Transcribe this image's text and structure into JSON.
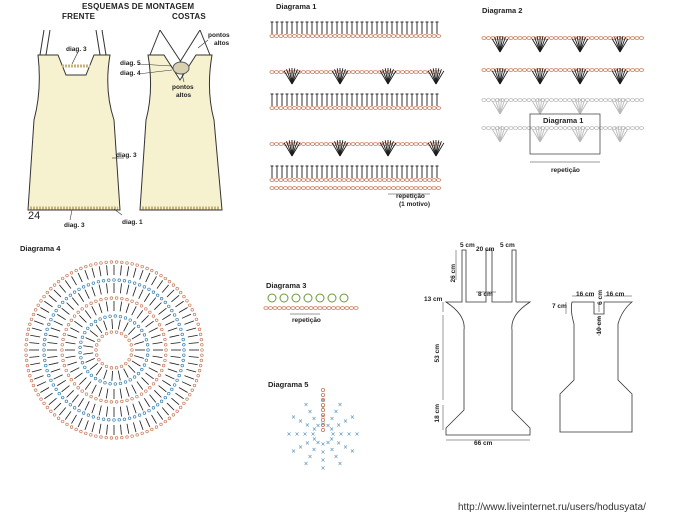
{
  "montage": {
    "title": "ESQUEMAS DE MONTAGEM",
    "front_label": "FRENTE",
    "back_label": "COSTAS",
    "page_number": "24",
    "labels": {
      "front_diag3_top": "diag. 3",
      "front_diag3_side": "diag. 3",
      "front_diag1": "diag. 1",
      "front_diag3_bottom": "diag. 3",
      "back_pontos_altos_1": "pontos",
      "back_pontos_altos_1b": "altos",
      "back_diag5": "diag. 5",
      "back_diag4": "diag. 4",
      "back_pontos_altos_2": "pontos",
      "back_pontos_altos_2b": "altos"
    },
    "colors": {
      "dress_fill": "#f6f2cf",
      "outline": "#333333",
      "lace": "#c9b27a"
    }
  },
  "diagram1": {
    "title": "Diagrama 1",
    "repeat_label": "repetição",
    "repeat_sub": "(1 motivo)"
  },
  "diagram2": {
    "title": "Diagrama 2",
    "inner_label": "Diagrama 1",
    "repeat_label": "repetição"
  },
  "diagram3": {
    "title": "Diagrama 3",
    "repeat_label": "repetição"
  },
  "diagram4": {
    "title": "Diagrama 4"
  },
  "diagram5": {
    "title": "Diagrama 5"
  },
  "pattern_front": {
    "dims": {
      "strap_height": "26 cm",
      "strap_width": "5 cm",
      "neck_width": "20 cm",
      "strap_width_right": "5 cm",
      "center_width": "8 cm",
      "armhole": "13 cm",
      "body_height": "53 cm",
      "skirt_height": "18 cm",
      "hem_width": "66 cm"
    }
  },
  "pattern_back": {
    "dims": {
      "left_width": "16 cm",
      "strap": "6 cm",
      "right_width": "16 cm",
      "side": "7 cm",
      "center": "10 cm"
    }
  },
  "watermark": "http://www.liveinternet.ru/users/hodusyata/",
  "stitch_colors": {
    "chain": "#c87a5a",
    "dc": "#1a1a1a",
    "faded": "#b8b8b8",
    "blue": "#3a7fb0",
    "green": "#6a9a3a"
  }
}
